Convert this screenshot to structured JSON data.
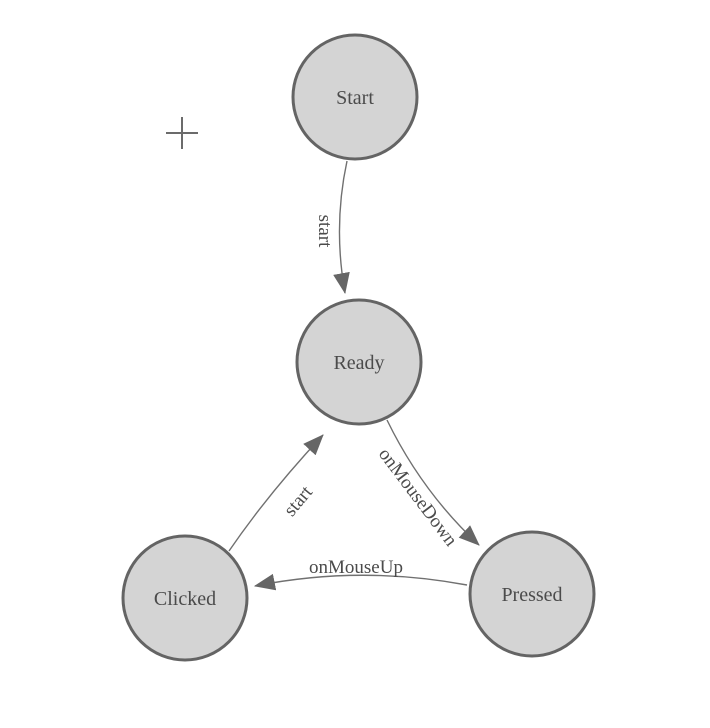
{
  "diagram": {
    "type": "state-machine",
    "colors": {
      "background": "#ffffff",
      "node_fill": "#d4d4d4",
      "node_stroke": "#646464",
      "edge": "#707070",
      "arrowhead": "#666666",
      "text": "#4b4b4b"
    },
    "states": [
      {
        "id": "start",
        "label": "Start"
      },
      {
        "id": "ready",
        "label": "Ready"
      },
      {
        "id": "clicked",
        "label": "Clicked"
      },
      {
        "id": "pressed",
        "label": "Pressed"
      }
    ],
    "transitions": [
      {
        "from": "Start",
        "to": "Ready",
        "label": "start"
      },
      {
        "from": "Ready",
        "to": "Pressed",
        "label": "onMouseDown"
      },
      {
        "from": "Pressed",
        "to": "Clicked",
        "label": "onMouseUp"
      },
      {
        "from": "Clicked",
        "to": "Ready",
        "label": "start"
      }
    ],
    "origin_marker": "+"
  }
}
